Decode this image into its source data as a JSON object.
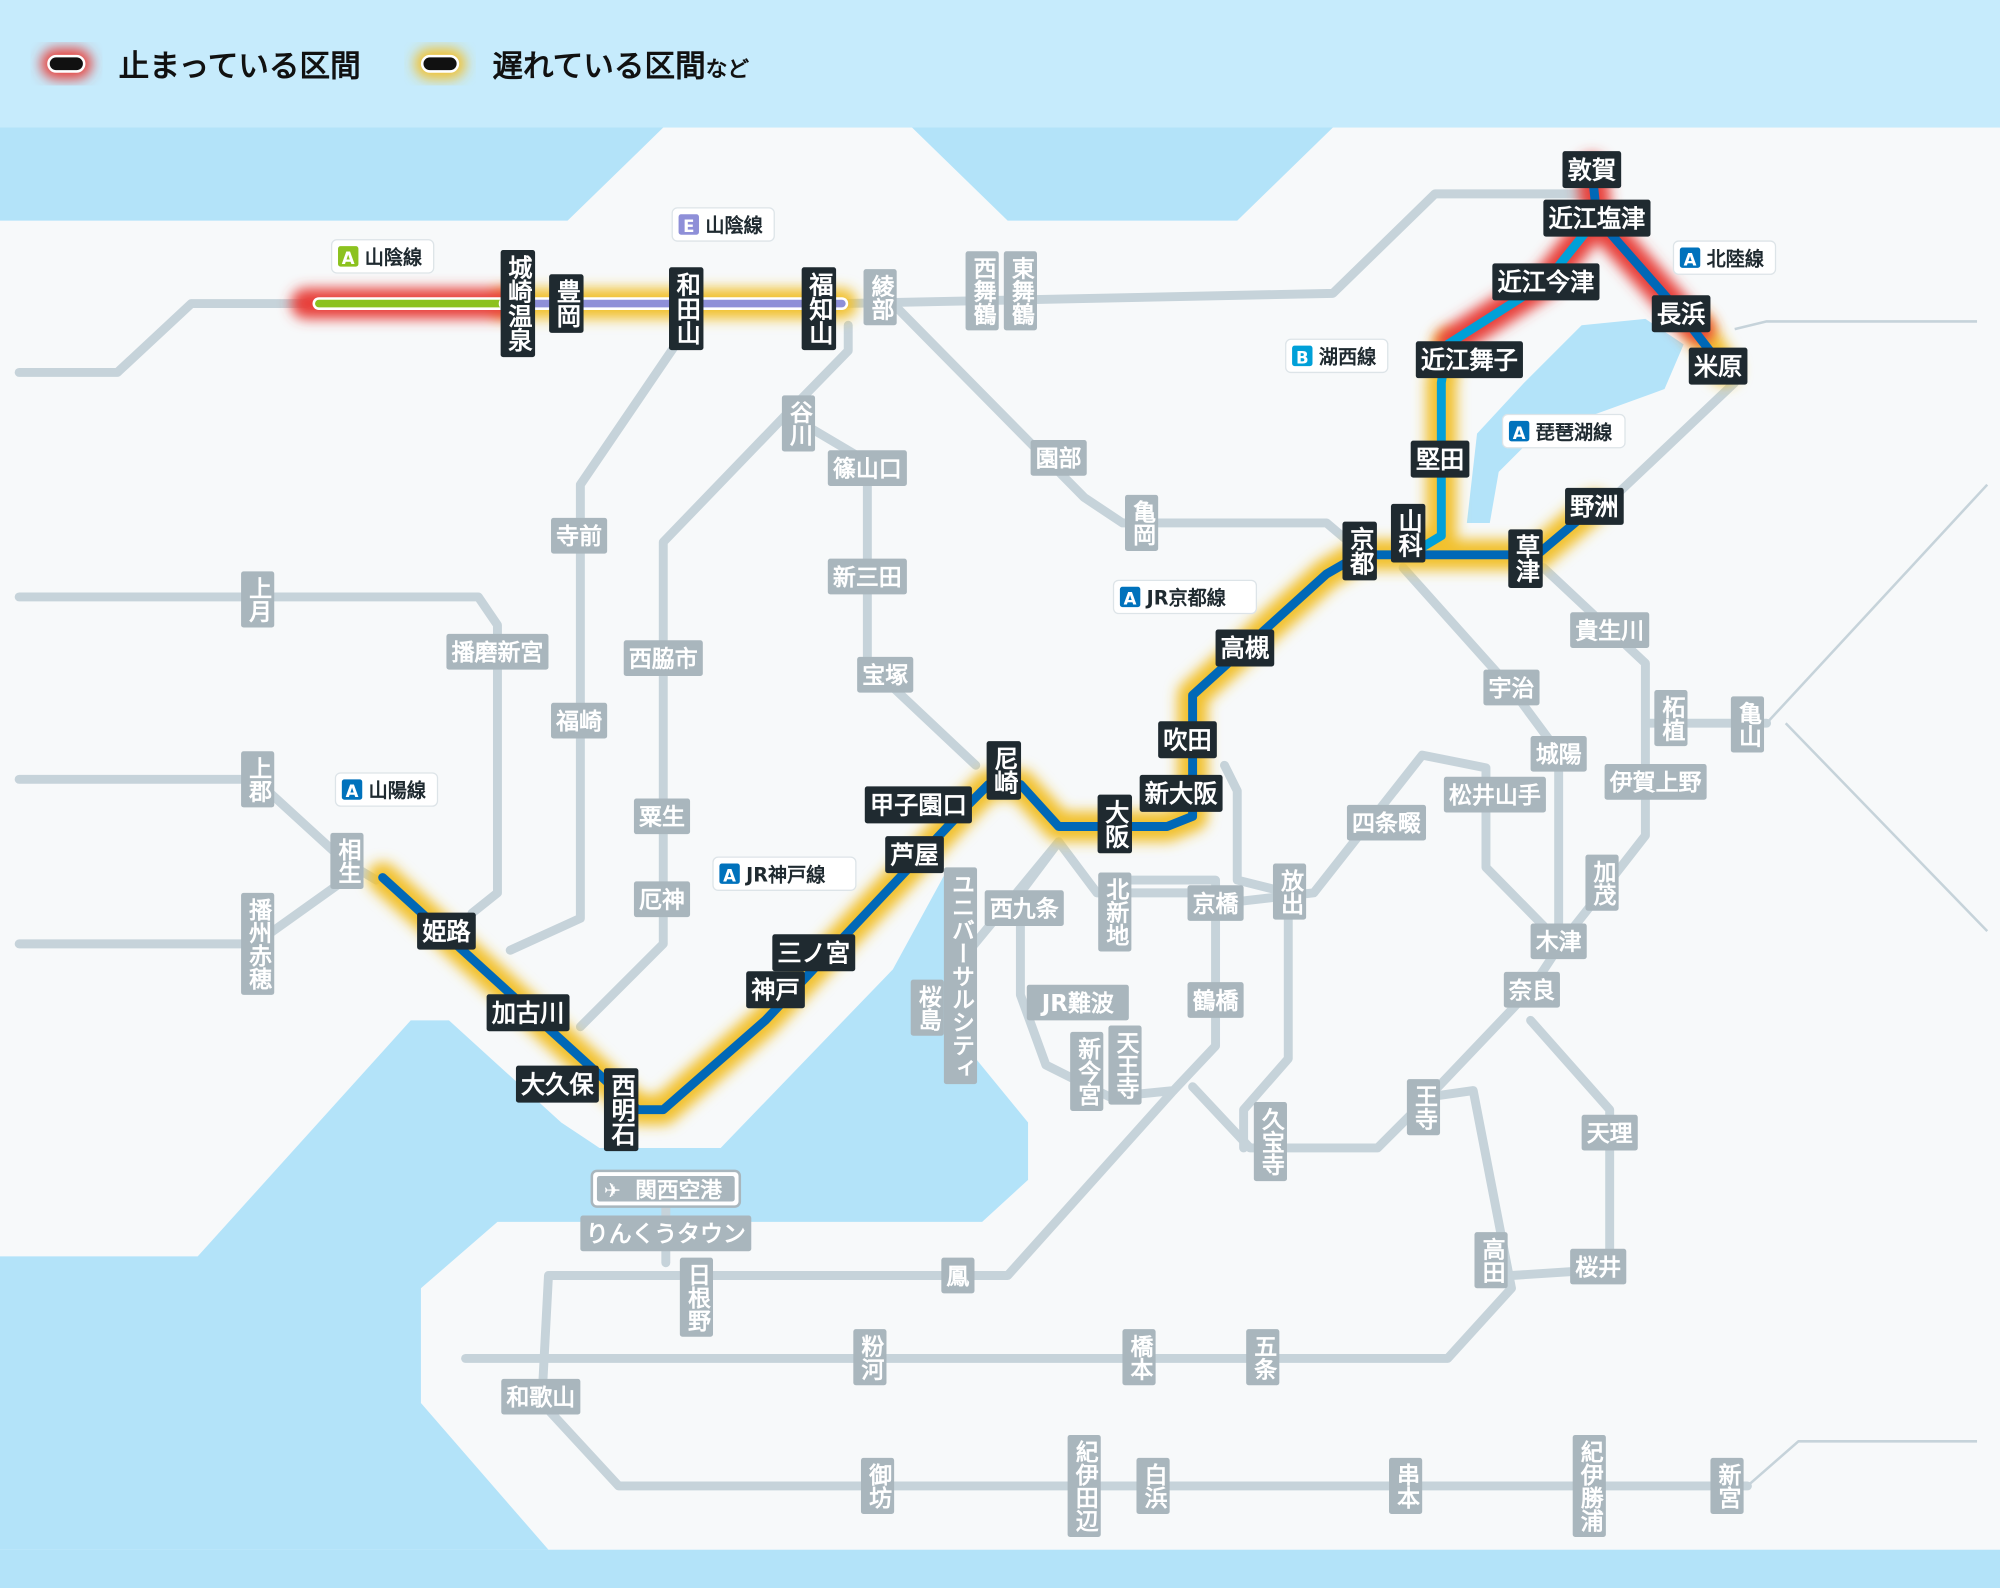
{
  "legend": {
    "stopped": "止まっている区間",
    "delayed": "遅れている区間",
    "delayed_suffix": "など",
    "stopped_color": "#e8413a",
    "delayed_color": "#f2c12e"
  },
  "colors": {
    "sea": "#b3e3f9",
    "header": "#c6ebfc",
    "land": "#f7f9fa",
    "rail": "#c6d3da",
    "route_blue": "#0068b7",
    "route_green": "#8cc21f",
    "route_purple": "#8e8fd8",
    "label_dark": "#1f2a30",
    "label_gray": "#a9b6bd"
  },
  "line_badges": [
    {
      "letter": "A",
      "name": "山陰線",
      "color": "#8cc21f"
    },
    {
      "letter": "E",
      "name": "山陰線",
      "color": "#8e8fd8"
    },
    {
      "letter": "A",
      "name": "北陸線",
      "color": "#0072bc"
    },
    {
      "letter": "B",
      "name": "湖西線",
      "color": "#00a0d8"
    },
    {
      "letter": "A",
      "name": "琵琶湖線",
      "color": "#0072bc"
    },
    {
      "letter": "A",
      "name": "JR京都線",
      "color": "#0072bc"
    },
    {
      "letter": "A",
      "name": "山陽線",
      "color": "#0072bc"
    },
    {
      "letter": "A",
      "name": "JR神戸線",
      "color": "#0072bc"
    }
  ],
  "affected_stations": [
    "城崎温泉",
    "豊岡",
    "和田山",
    "福知山",
    "敦賀",
    "近江塩津",
    "近江今津",
    "長浜",
    "近江舞子",
    "米原",
    "堅田",
    "山科",
    "京都",
    "草津",
    "野洲",
    "高槻",
    "吹田",
    "新大阪",
    "大阪",
    "尼崎",
    "甲子園口",
    "芦屋",
    "三ノ宮",
    "神戸",
    "姫路",
    "加古川",
    "大久保",
    "西明石"
  ],
  "other_stations": [
    "綾部",
    "西舞鶴",
    "東舞鶴",
    "谷川",
    "篠山口",
    "園部",
    "亀岡",
    "寺前",
    "新三田",
    "上月",
    "播磨新宮",
    "西脇市",
    "宝塚",
    "福崎",
    "上郡",
    "相生",
    "粟生",
    "厄神",
    "播州赤穂",
    "ユニバーサルシティ",
    "桜島",
    "西九条",
    "北新地",
    "京橋",
    "放出",
    "四条畷",
    "松井山手",
    "城陽",
    "伊賀上野",
    "加茂",
    "木津",
    "奈良",
    "JR難波",
    "鶴橋",
    "新今宮",
    "天王寺",
    "久宝寺",
    "王寺",
    "天理",
    "宇治",
    "貴生川",
    "柘植",
    "亀山",
    "りんくうタウン",
    "日根野",
    "鳳",
    "高田",
    "桜井",
    "和歌山",
    "粉河",
    "橋本",
    "五条",
    "御坊",
    "紀伊田辺",
    "白浜",
    "串本",
    "紀伊勝浦",
    "新宮"
  ],
  "airport": {
    "name": "関西空港",
    "icon": "airplane-icon"
  }
}
